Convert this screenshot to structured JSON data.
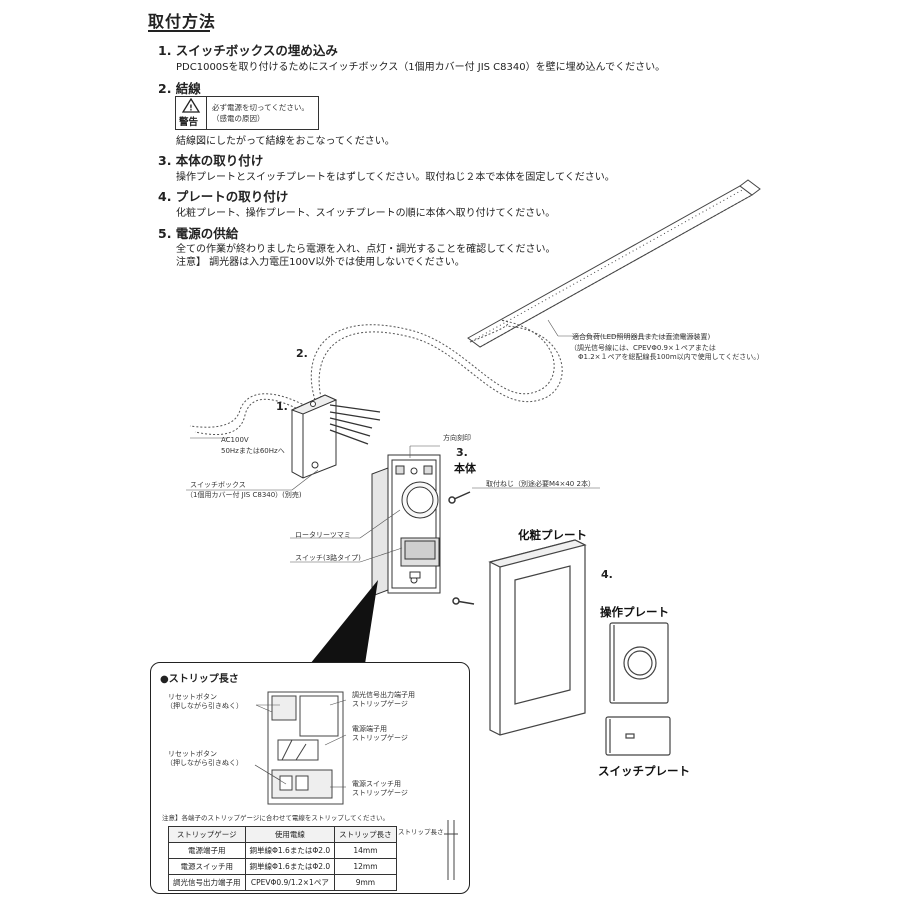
{
  "title": "取付方法",
  "sections": [
    {
      "heading": "1. スイッチボックスの埋め込み",
      "lines": [
        "PDC1000Sを取り付けるためにスイッチボックス（1個用カバー付 JIS C8340）を壁に埋め込んでください。"
      ]
    },
    {
      "heading": "2. 結線",
      "lines": [
        "結線図にしたがって結線をおこなってください。"
      ]
    },
    {
      "heading": "3. 本体の取り付け",
      "lines": [
        "操作プレートとスイッチプレートをはずしてください。取付ねじ２本で本体を固定してください。"
      ]
    },
    {
      "heading": "4. プレートの取り付け",
      "lines": [
        "化粧プレート、操作プレート、スイッチプレートの順に本体へ取り付けてください。"
      ]
    },
    {
      "heading": "5. 電源の供給",
      "lines": [
        "全ての作業が終わりましたら電源を入れ、点灯・調光することを確認してください。",
        "注意】 調光器は入力電圧100V以外では使用しないでください。"
      ]
    }
  ],
  "warning": {
    "label": "警告",
    "line1": "必ず電源を切ってください。",
    "line2": "（感電の原因）"
  },
  "diagram": {
    "step1": "1.",
    "step2": "2.",
    "step3": "3.",
    "step3_label": "本体",
    "step4": "4.",
    "load_label": "適合負荷(LED照明器具または直流電源装置)",
    "load_note1": "（調光信号線には、CPEVΦ0.9×１ペアまたは",
    "load_note2": "Φ1.2×１ペアを総配線長100m以内で使用してください。）",
    "ac_line1": "AC100V",
    "ac_line2": "50Hzまたは60Hzへ",
    "box_line1": "スイッチボックス",
    "box_line2": "（1個用カバー付 JIS C8340）(別売)",
    "direction_mark": "方向刻印",
    "screw_label": "取付ねじ（別途必要M4×40 2本）",
    "rotary_knob": "ロータリーツマミ",
    "switch_label": "スイッチ(3路タイプ)",
    "cosmetic_plate": "化粧プレート",
    "operation_plate": "操作プレート",
    "switch_plate": "スイッチプレート"
  },
  "inset": {
    "title": "●ストリップ長さ",
    "reset1_line1": "リセットボタン",
    "reset1_line2": "（押しながら引きぬく）",
    "reset2_line1": "リセットボタン",
    "reset2_line2": "（押しながら引きぬく）",
    "dim_line1": "調光信号出力端子用",
    "dim_line2": "ストリップゲージ",
    "power_line1": "電源端子用",
    "power_line2": "ストリップゲージ",
    "psw_line1": "電源スイッチ用",
    "psw_line2": "ストリップゲージ",
    "note": "注意】各端子のストリップゲージに合わせて電線をストリップしてください。",
    "strip_side": "ストリップ長さ",
    "table_headers": [
      "ストリップゲージ",
      "使用電線",
      "ストリップ長さ"
    ],
    "table_rows": [
      [
        "電源端子用",
        "銅単線Φ1.6またはΦ2.0",
        "14mm"
      ],
      [
        "電源スイッチ用",
        "銅単線Φ1.6またはΦ2.0",
        "12mm"
      ],
      [
        "調光信号出力端子用",
        "CPEVΦ0.9/1.2×1ペア",
        "9mm"
      ]
    ]
  }
}
